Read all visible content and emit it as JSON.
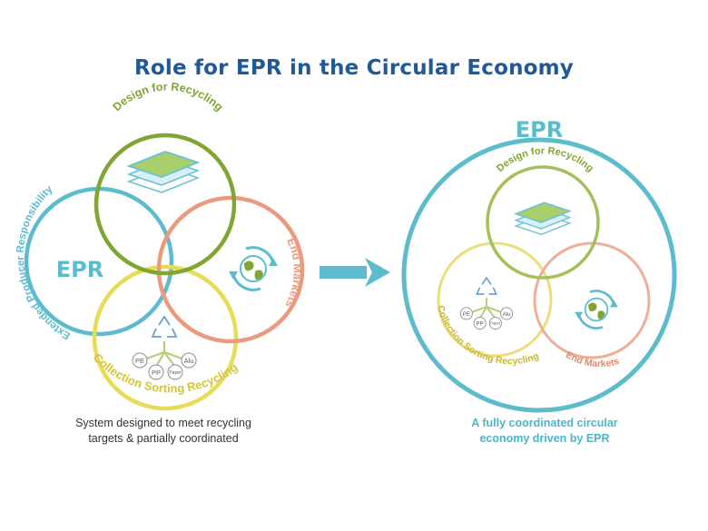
{
  "title": "Role for EPR in the Circular Economy",
  "left_diagram": {
    "design_label": "Design for Recycling",
    "epr_label": "Extended Producer Responsibility",
    "epr_short": "EPR",
    "end_markets_label": "End Markets",
    "collection_label": "Collection Sorting Recycling",
    "materials": [
      "PE",
      "Alu",
      "PP",
      "Paper"
    ],
    "caption_line1": "System designed to meet recycling",
    "caption_line2": "targets & partially coordinated"
  },
  "right_diagram": {
    "epr_label": "EPR",
    "design_label": "Design for Recycling",
    "collection_label": "Collection Sorting Recycling",
    "end_markets_label": "End Markets",
    "materials": [
      "PE",
      "Alu",
      "PP",
      "Paper"
    ],
    "caption_line1": "A fully coordinated circular",
    "caption_line2": "economy driven by EPR"
  },
  "colors": {
    "title": "#1f5a96",
    "design_green": "#7fa532",
    "epr_teal": "#5cbccd",
    "end_markets_salmon": "#ec9a7e",
    "collection_yellow": "#e8dc56",
    "arrow": "#5cbccd"
  },
  "icons": [
    "layers-icon",
    "globe-recycle-icon",
    "recycle-icon",
    "arrow-right-icon"
  ]
}
